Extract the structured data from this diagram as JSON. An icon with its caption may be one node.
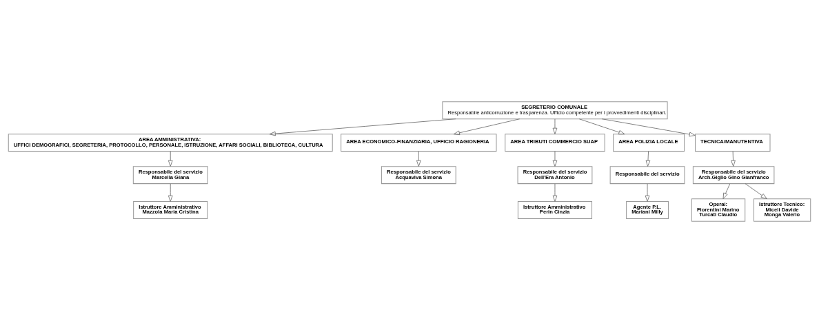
{
  "diagram": {
    "nodes": [
      {
        "text": [
          "SEGRETERIO COMUNALE",
          "Responsabile anticorruzione e trasparenza. Ufficio competente per i provvedimenti disciplinari."
        ]
      },
      {
        "text": [
          "AREA AMMINISTRATIVA:",
          "UFFICI DEMOGRAFICI, SEGRETERIA, PROTOCOLLO, PERSONALE, ISTRUZIONE, AFFARI SOCIALI, BIBLIOTECA, CULTURA"
        ]
      },
      {
        "text": [
          "AREA ECONOMICO-FINANZIARIA, UFFICIO RAGIONERIA"
        ]
      },
      {
        "text": [
          "AREA TRIBUTI COMMERCIO SUAP"
        ]
      },
      {
        "text": [
          "AREA POLIZIA LOCALE"
        ]
      },
      {
        "text": [
          "TECNICA/MANUTENTIVA"
        ]
      },
      {
        "text": [
          "Responsabile del servizio",
          "Marcella Giana"
        ]
      },
      {
        "text": [
          "Istruttore Amministrativo",
          "Mazzola Maria Cristina"
        ]
      },
      {
        "text": [
          "Responsabile del servizio",
          "Acquaviva Simona"
        ]
      },
      {
        "text": [
          "Responsabile del servizio",
          "Dell'Era Antonio"
        ]
      },
      {
        "text": [
          "Istruttore Amministrativo",
          "Perin Cinzia"
        ]
      },
      {
        "text": [
          "Responsabile del servizio"
        ]
      },
      {
        "text": [
          "Agente P.L.",
          "Mariani Milly"
        ]
      },
      {
        "text": [
          "Responsabile del servizio",
          "Arch.Giglio Gino Gianfranco"
        ]
      },
      {
        "text": [
          "Operai:",
          "Fiorentini Marino",
          "Turcati Claudio"
        ]
      },
      {
        "text": [
          "Istruttore Tecnico:",
          "Miceli Davide",
          "Monga Valerio"
        ]
      }
    ],
    "edges": [
      {
        "from": 0,
        "to": 1,
        "arrow": "to"
      },
      {
        "from": 0,
        "to": 2,
        "arrow": "to"
      },
      {
        "from": 0,
        "to": 3,
        "arrow": "to"
      },
      {
        "from": 0,
        "to": 4,
        "arrow": "to"
      },
      {
        "from": 0,
        "to": 5,
        "arrow": "to"
      },
      {
        "from": 1,
        "to": 6,
        "arrow": "to"
      },
      {
        "from": 6,
        "to": 7,
        "arrow": "to"
      },
      {
        "from": 2,
        "to": 8,
        "arrow": "to"
      },
      {
        "from": 3,
        "to": 9,
        "arrow": "to"
      },
      {
        "from": 9,
        "to": 10,
        "arrow": "to"
      },
      {
        "from": 4,
        "to": 11,
        "arrow": "to"
      },
      {
        "from": 11,
        "to": 12,
        "arrow": "to"
      },
      {
        "from": 5,
        "to": 13,
        "arrow": "to"
      },
      {
        "from": 13,
        "to": 14,
        "arrow": "to"
      },
      {
        "from": 13,
        "to": 15,
        "arrow": "to"
      }
    ]
  }
}
